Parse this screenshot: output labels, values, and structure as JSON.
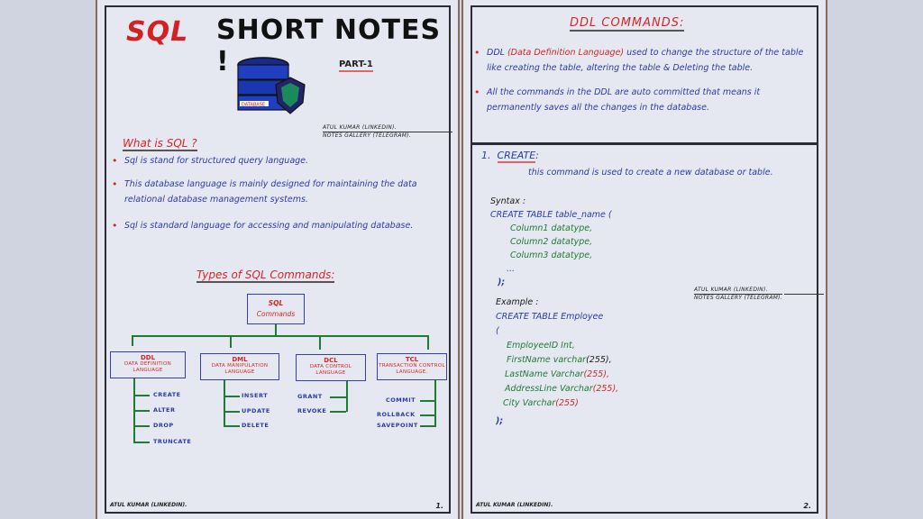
{
  "page1": {
    "title_sql": "SQL",
    "title_notes": "SHORT NOTES !",
    "part": "PART-1",
    "db_label": "DATABASE",
    "credit_line1": "ATUL KUMAR (LINKEDIN).",
    "credit_line2": "NOTES GALLERY (TELEGRAM).",
    "what_heading": "What is SQL ?",
    "bullets": [
      "Sql is stand for structured query language.",
      "This database language is mainly designed for maintaining the data relational database management systems.",
      "Sql is standard language for accessing and manipulating database."
    ],
    "types_heading": "Types of SQL Commands:",
    "root": {
      "line1": "SQL",
      "line2": "Commands"
    },
    "categories": [
      {
        "code": "DDL",
        "desc": "DATA DEFINITION LANGUAGE",
        "items": [
          "CREATE",
          "ALTER",
          "DROP",
          "TRUNCATE"
        ]
      },
      {
        "code": "DML",
        "desc": "DATA MANIPULATION LANGUAGE",
        "items": [
          "INSERT",
          "UPDATE",
          "DELETE"
        ]
      },
      {
        "code": "DCL",
        "desc": "DATA CONTROL LANGUAGE",
        "items": [
          "GRANT",
          "REVOKE"
        ]
      },
      {
        "code": "TCL",
        "desc": "TRANSACTION CONTROL LANGUAGE.",
        "items": [
          "COMMIT",
          "ROLLBACK",
          "SAVEPOINT"
        ]
      }
    ],
    "footer": "ATUL KUMAR (LINKEDIN).",
    "page_number": "1."
  },
  "page2": {
    "heading": "DDL COMMANDS:",
    "bullets": [
      {
        "prefix": "DDL ",
        "highlight": "(Data Definition Language)",
        "rest": " used to change the structure of the table like creating the table, altering the table & Deleting the table."
      },
      {
        "prefix": "",
        "highlight": "",
        "rest": "All the commands in the DDL are auto committed that means it permanently saves all the changes in the database."
      }
    ],
    "create": {
      "number": "1.",
      "label": "CREATE",
      "colon": ":",
      "description": "this command is used to create a new database or table.",
      "syntax_label": "Syntax :",
      "syntax_head": "CREATE TABLE table_name (",
      "syntax_columns": [
        "Column1 datatype,",
        "Column2 datatype,",
        "Column3 datatype,"
      ],
      "syntax_ellipsis": "...",
      "syntax_end": ");",
      "example_label": "Example :",
      "example_head": "CREATE TABLE Employee",
      "example_open": "(",
      "example_columns": [
        {
          "name": "EmployeeID Int,",
          "size": ""
        },
        {
          "name": "FirstName varchar",
          "size": "(255),"
        },
        {
          "name": "LastName Varchar",
          "size": "(255),"
        },
        {
          "name": "AddressLine Varchar",
          "size": "(255),"
        },
        {
          "name": "City Varchar",
          "size": "(255)"
        }
      ],
      "example_end": ");"
    },
    "credit_line1": "ATUL KUMAR (LINKEDIN).",
    "credit_line2": "NOTES GALLERY (TELEGRAM).",
    "footer": "ATUL KUMAR (LINKEDIN).",
    "page_number": "2."
  }
}
